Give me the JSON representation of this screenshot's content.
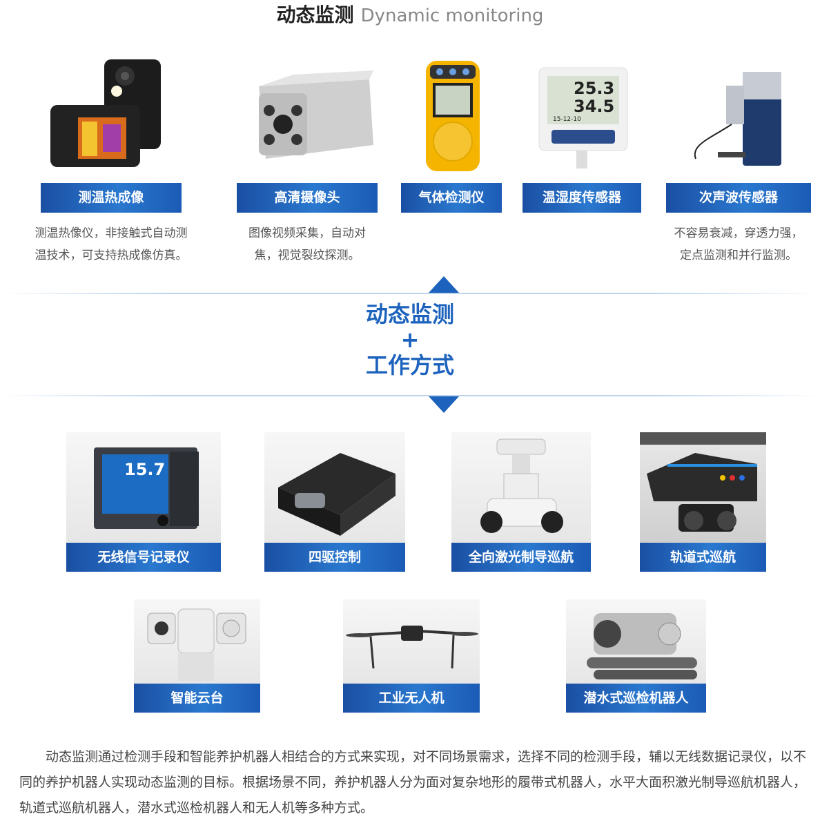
{
  "header": {
    "title_cn": "动态监测",
    "title_en": "Dynamic monitoring"
  },
  "sensors": [
    {
      "label": "测温热成像",
      "desc": "测温热像仪，非接触式自动测\n温技术，可支持热成像仿真。",
      "icon": "thermal-camera-icon"
    },
    {
      "label": "高清摄像头",
      "desc": "图像视频采集，自动对\n焦，视觉裂纹探测。",
      "icon": "hd-camera-icon"
    },
    {
      "label": "气体检测仪",
      "desc": "",
      "icon": "gas-detector-icon"
    },
    {
      "label": "温湿度传感器",
      "desc": "",
      "icon": "humidity-sensor-icon",
      "screen": {
        "temp": "25.3",
        "humid": "34.5",
        "date": "15-12-10"
      }
    },
    {
      "label": "次声波传感器",
      "desc": "不容易衰减，穿透力强，\n定点监测和并行监测。",
      "icon": "infrasound-sensor-icon"
    }
  ],
  "center": {
    "line1": "动态监测",
    "plus": "+",
    "line2": "工作方式"
  },
  "robots_row1": [
    {
      "label": "无线信号记录仪",
      "icon": "signal-recorder-icon",
      "screen_value": "15.7"
    },
    {
      "label": "四驱控制",
      "icon": "tracked-robot-icon"
    },
    {
      "label": "全向激光制导巡航",
      "icon": "laser-guided-robot-icon"
    },
    {
      "label": "轨道式巡航",
      "icon": "rail-robot-icon"
    }
  ],
  "robots_row2": [
    {
      "label": "智能云台",
      "icon": "ptz-camera-icon"
    },
    {
      "label": "工业无人机",
      "icon": "drone-icon"
    },
    {
      "label": "潜水式巡检机器人",
      "icon": "underwater-robot-icon"
    }
  ],
  "paragraph": "动态监测通过检测手段和智能养护机器人相结合的方式来实现，对不同场景需求，选择不同的检测手段，辅以无线数据记录仪，以不同的养护机器人实现动态监测的目标。根据场景不同，养护机器人分为面对复杂地形的履带式机器人，水平大面积激光制导巡航机器人，轨道式巡航机器人，潜水式巡检机器人和无人机等多种方式。"
}
